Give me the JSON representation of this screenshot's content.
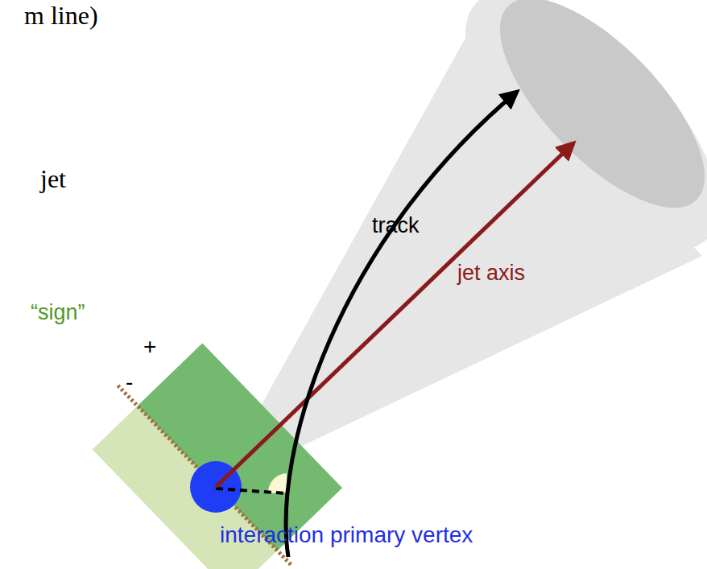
{
  "diagram": {
    "labels": [
      "m line)",
      "jet",
      "track",
      "jet axis",
      "“sign”",
      "+",
      "-",
      "interaction primary vertex"
    ]
  }
}
